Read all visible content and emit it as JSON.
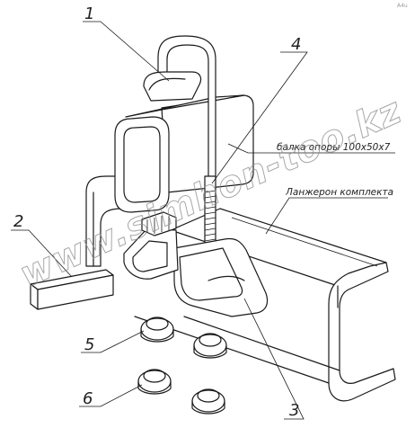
{
  "callouts": {
    "n1": "1",
    "n2": "2",
    "n3": "3",
    "n4": "4",
    "n5": "5",
    "n6": "6"
  },
  "captions": {
    "beam": "балка опоры 100x50x7",
    "kit": "Ланжерон комплекта"
  },
  "watermark": "www.simhon-too.kz",
  "corner_mark": "A4u",
  "colors": {
    "line": "#1a1a1a",
    "watermark": "#8a8a8a"
  }
}
